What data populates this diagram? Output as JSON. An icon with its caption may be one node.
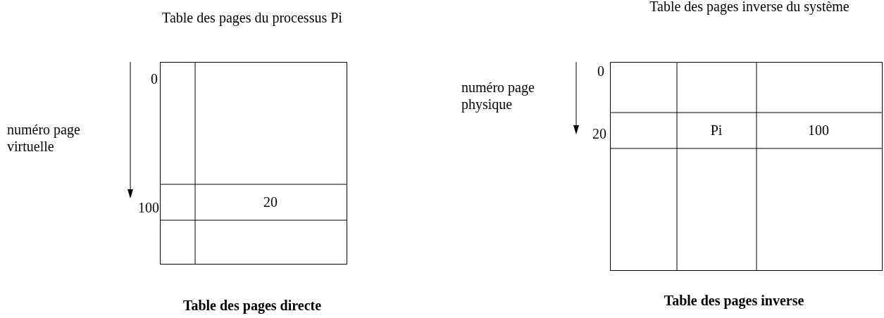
{
  "diagram": {
    "nodes": [
      {
        "text": [
          "Table des pages du processus Pi"
        ],
        "beside": [
          "Table des pages directe"
        ]
      },
      {
        "text": [
          "20"
        ],
        "in": 0
      },
      {
        "text": [
          "Table des pages inverse du système"
        ],
        "beside": [
          "Table des pages inverse"
        ]
      },
      {
        "text": [
          "Pi"
        ],
        "in": 2
      },
      {
        "text": [
          "100"
        ],
        "in": 2
      }
    ],
    "labels": [
      "0",
      "numéro page virtuelle",
      "100",
      "0",
      "numéro page physique",
      "20"
    ]
  }
}
